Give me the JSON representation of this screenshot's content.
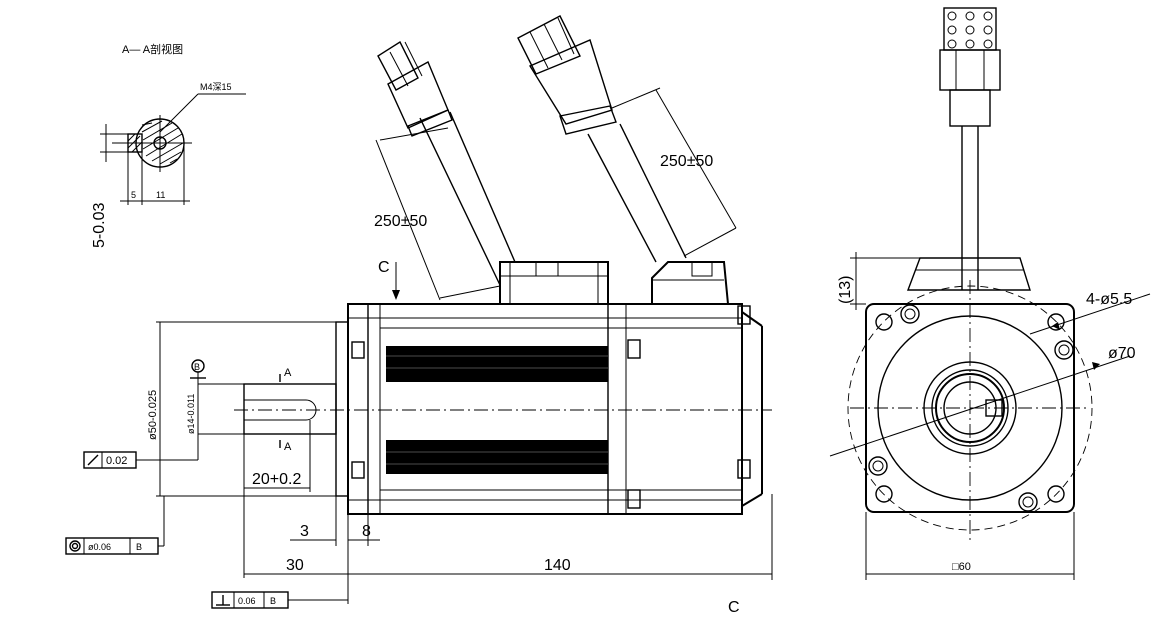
{
  "section_view": {
    "title": "A— A剖视图",
    "thread_label": "M4深15",
    "dim_key_width": "5",
    "dim_key_depth": "11",
    "dim_key_tol": "5-0.03"
  },
  "front_view": {
    "cable1_length": "250±50",
    "cable2_length": "250±50",
    "section_c_top": "C",
    "section_c_bottom": "C",
    "datum_b": "B",
    "shaft_dia": "ø14-0.011",
    "pilot_dia": "ø50-0.025",
    "section_a_top": "A",
    "section_a_bottom": "A",
    "key_length": "20+0.2",
    "dim_3": "3",
    "dim_8": "8",
    "dim_30": "30",
    "dim_140": "140",
    "runout_tol": "0.02",
    "concentric_tol": "ø0.06",
    "concentric_datum": "B",
    "perp_tol": "0.06",
    "perp_datum": "B"
  },
  "side_view": {
    "dim_13": "(13)",
    "holes": "4-ø5.5",
    "bolt_circle": "ø70",
    "flange_size": "□60"
  }
}
